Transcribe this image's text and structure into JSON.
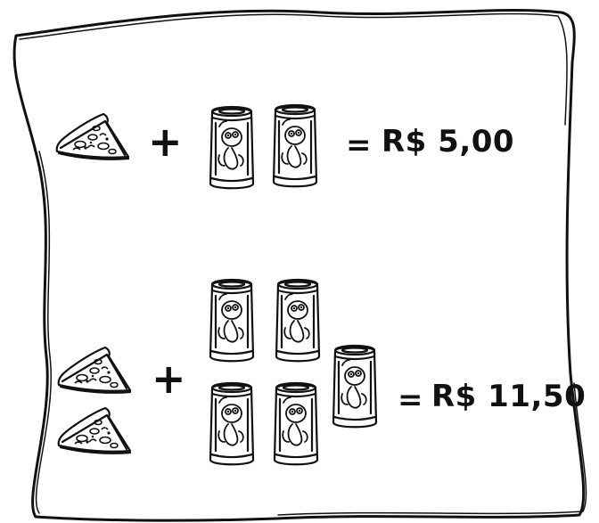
{
  "rows": [
    {
      "pizza_slices": 1,
      "soda_cans": 2,
      "plus": "+",
      "equals": "=",
      "price": "R$ 5,00"
    },
    {
      "pizza_slices": 2,
      "soda_cans": 5,
      "plus": "+",
      "equals": "=",
      "price": "R$ 11,50"
    }
  ],
  "icons": {
    "pizza": "pizza-slice-icon",
    "can": "soda-can-icon"
  },
  "colors": {
    "ink": "#111111",
    "background": "#ffffff"
  }
}
